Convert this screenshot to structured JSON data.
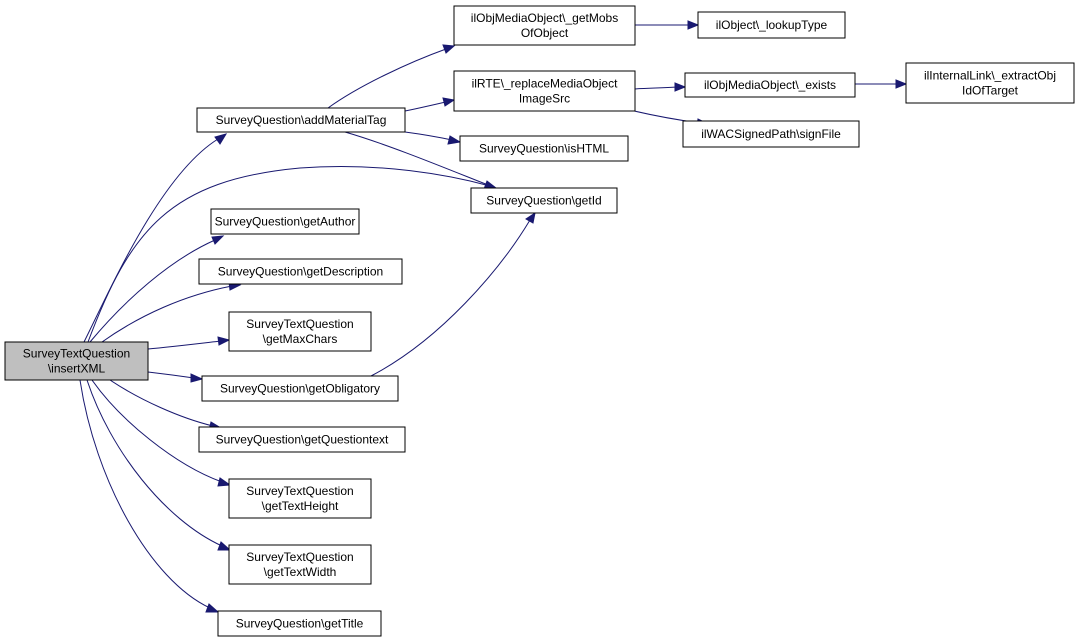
{
  "nodes": [
    {
      "id": "n0",
      "lines": [
        "SurveyTextQuestion",
        "\\insertXML"
      ],
      "root": true
    },
    {
      "id": "n1",
      "lines": [
        "SurveyQuestion\\addMaterialTag"
      ]
    },
    {
      "id": "n2",
      "lines": [
        "SurveyQuestion\\getAuthor"
      ]
    },
    {
      "id": "n3",
      "lines": [
        "SurveyQuestion\\getDescription"
      ]
    },
    {
      "id": "n4",
      "lines": [
        "SurveyTextQuestion",
        "\\getMaxChars"
      ]
    },
    {
      "id": "n5",
      "lines": [
        "SurveyQuestion\\getObligatory"
      ]
    },
    {
      "id": "n6",
      "lines": [
        "SurveyQuestion\\getQuestiontext"
      ]
    },
    {
      "id": "n7",
      "lines": [
        "SurveyTextQuestion",
        "\\getTextHeight"
      ]
    },
    {
      "id": "n8",
      "lines": [
        "SurveyTextQuestion",
        "\\getTextWidth"
      ]
    },
    {
      "id": "n9",
      "lines": [
        "SurveyQuestion\\getTitle"
      ]
    },
    {
      "id": "n10",
      "lines": [
        "ilObjMediaObject\\_getMobs",
        "OfObject"
      ]
    },
    {
      "id": "n11",
      "lines": [
        "ilRTE\\_replaceMediaObject",
        "ImageSrc"
      ]
    },
    {
      "id": "n12",
      "lines": [
        "SurveyQuestion\\isHTML"
      ]
    },
    {
      "id": "n13",
      "lines": [
        "SurveyQuestion\\getId"
      ]
    },
    {
      "id": "n14",
      "lines": [
        "ilObject\\_lookupType"
      ]
    },
    {
      "id": "n15",
      "lines": [
        "ilObjMediaObject\\_exists"
      ]
    },
    {
      "id": "n16",
      "lines": [
        "ilWACSignedPath\\signFile"
      ]
    },
    {
      "id": "n17",
      "lines": [
        "ilInternalLink\\_extractObj",
        "IdOfTarget"
      ]
    }
  ],
  "edges": [
    {
      "from": "n0",
      "to": "n1"
    },
    {
      "from": "n0",
      "to": "n13"
    },
    {
      "from": "n0",
      "to": "n2"
    },
    {
      "from": "n0",
      "to": "n3"
    },
    {
      "from": "n0",
      "to": "n4"
    },
    {
      "from": "n0",
      "to": "n5"
    },
    {
      "from": "n0",
      "to": "n6"
    },
    {
      "from": "n0",
      "to": "n7"
    },
    {
      "from": "n0",
      "to": "n8"
    },
    {
      "from": "n0",
      "to": "n9"
    },
    {
      "from": "n1",
      "to": "n10"
    },
    {
      "from": "n1",
      "to": "n11"
    },
    {
      "from": "n1",
      "to": "n12"
    },
    {
      "from": "n1",
      "to": "n13"
    },
    {
      "from": "n5",
      "to": "n13"
    },
    {
      "from": "n10",
      "to": "n14"
    },
    {
      "from": "n11",
      "to": "n15"
    },
    {
      "from": "n11",
      "to": "n16"
    },
    {
      "from": "n15",
      "to": "n17"
    }
  ],
  "colors": {
    "edge": "#191970",
    "root_fill": "#bfbfbf",
    "node_fill": "#ffffff",
    "border": "#000000"
  }
}
